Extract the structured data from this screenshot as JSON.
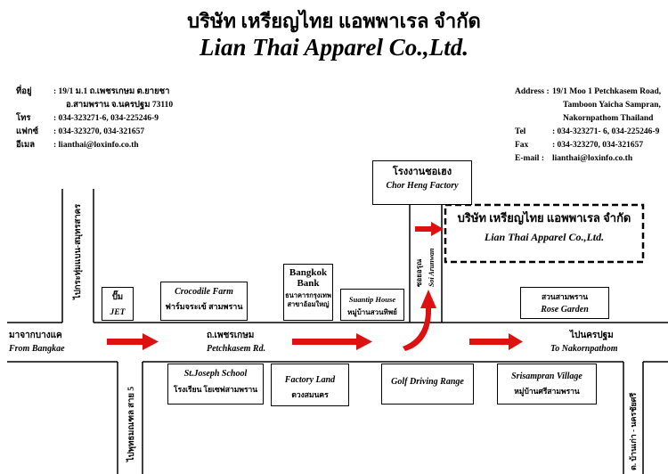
{
  "header": {
    "title_th": "บริษัท เหรียญไทย แอพพาเรล จำกัด",
    "title_en": "Lian Thai Apparel Co.,Ltd."
  },
  "contact_th": {
    "address_label": "ที่อยู่",
    "address_line1": ": 19/1 ม.1 ถ.เพชรเกษม ต.ยายชา",
    "address_line2": "อ.สามพราน จ.นครปฐม 73110",
    "phone_label": "โทร",
    "phone": ": 034-323271-6, 034-225246-9",
    "fax_label": "แฟกซ์",
    "fax": ": 034-323270, 034-321657",
    "email_label": "อีเมล",
    "email": ": lianthai@loxinfo.co.th"
  },
  "contact_en": {
    "address_label": "Address :",
    "address_line1": "19/1 Moo 1 Petchkasem Road,",
    "address_line2": "Tamboon Yaicha Sampran,",
    "address_line3": "Nakornpathom Thailand",
    "tel_label": "Tel",
    "tel": ":  034-323271- 6, 034-225246-9",
    "fax_label": "Fax",
    "fax": ":  034-323270, 034-321657",
    "email_label": "E-mail :",
    "email": "lianthai@loxinfo.co.th"
  },
  "landmarks": {
    "chor_heng_th": "โรงงานชอเฮง",
    "chor_heng_en": "Chor Heng Factory",
    "lian_thai_th": "บริษัท เหรียญไทย แอพพาเรล จำกัด",
    "lian_thai_en": "Lian Thai Apparel Co.,Ltd.",
    "jet_th": "ปั๊ม",
    "jet_en": "JET",
    "crocodile_en": "Crocodile Farm",
    "crocodile_th": "ฟาร์มจระเข้ สามพราน",
    "bangkok_bank_en_1": "Bangkok",
    "bangkok_bank_en_2": "Bank",
    "bangkok_bank_th_1": "ธนาคารกรุงเทพ",
    "bangkok_bank_th_2": "สาขาอ้อมใหญ่",
    "suantip_en": "Suantip House",
    "suantip_th": "หมู่บ้านสวนทิพย์",
    "rose_garden_th": "สวนสามพราน",
    "rose_garden_en": "Rose Garden",
    "st_joseph_en": "St.Joseph  School",
    "st_joseph_th": "โรงเรียน โยเซฟสามพราน",
    "factory_land_en": "Factory Land",
    "factory_land_th": "ดวงสมนคร",
    "golf_en": "Golf Driving Range",
    "srisampran_en": "Srisampran Village",
    "srisampran_th": "หมู่บ้านศรีสามพราน"
  },
  "roads": {
    "from_bangkae_th": "มาจากบางแค",
    "from_bangkae_en": "From Bangkae",
    "petchkasem_th": "ถ.เพชรเกษม",
    "petchkasem_en": "Petchkasem Rd.",
    "to_nakornpathom_th": "ไปนครปฐม",
    "to_nakornpathom_en": "To Nakornpathom",
    "left_vertical_road": "ไปกระทุ่มแบน-สมุทรสาคร",
    "lower_left_vertical_road": "ไปพุทธมณฑล สาย 5",
    "soi_th": "ซอยอรุณ",
    "soi_en": "Soi Arunwan",
    "right_vertical_road": "ต. บ้านเก่า - นครชัยศรี"
  },
  "colors": {
    "arrow": "#dd1111",
    "line": "#000000"
  }
}
